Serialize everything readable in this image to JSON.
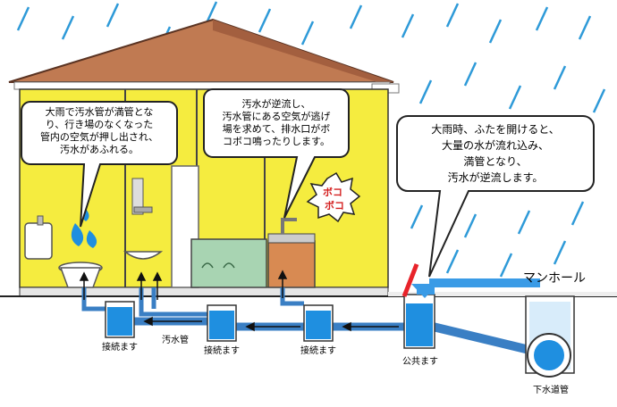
{
  "bubbles": {
    "left": [
      "大雨で汚水管が満管とな",
      "り、行き場のなくなった",
      "管内の空気が押し出され、",
      "汚水があふれる。"
    ],
    "middle": [
      "汚水が逆流し、",
      "汚水管にある空気が逃げ",
      "場を求めて、排水口がボ",
      "コボコ鳴ったりします。"
    ],
    "right": [
      "大雨時、ふたを開けると、",
      "大量の水が流れ込み、",
      "満管となり、",
      "汚水が逆流します。"
    ]
  },
  "sound_effect": [
    "ボコ",
    "ボコ"
  ],
  "labels": {
    "manhole": "マンホール",
    "junction_box": "接続ます",
    "sewage_pipe": "汚水管",
    "public_box": "公共ます",
    "sewer_main": "下水道管"
  },
  "colors": {
    "rain": "#2e9ad8",
    "wall": "#f5ec3f",
    "roof": "#c07a52",
    "water": "#1f8fe0",
    "pipe": "#3a7fc4",
    "cover": "#e8232a"
  }
}
